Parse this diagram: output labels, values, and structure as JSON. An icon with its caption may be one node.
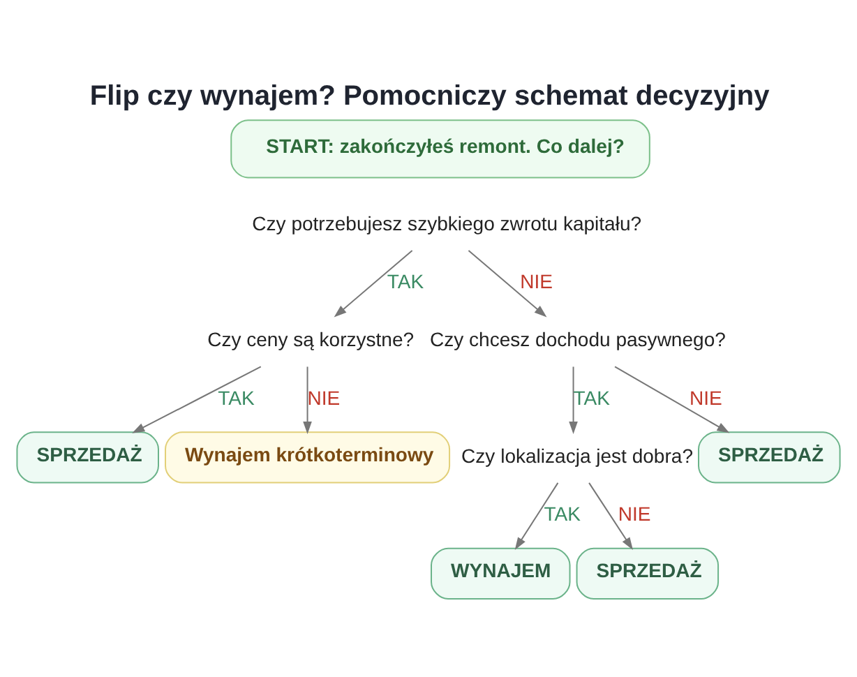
{
  "diagram": {
    "title": "Flip czy wynajem? Pomocniczy schemat decyzyjny",
    "nodes": [
      {
        "text": [
          "START: zakończyłeś remont. Co dalej?"
        ]
      },
      {
        "text": [
          "Czy potrzebujesz szybkiego zwrotu kapitału?"
        ]
      },
      {
        "text": [
          "Czy ceny są korzystne?"
        ]
      },
      {
        "text": [
          "SPRZEDAŻ"
        ]
      },
      {
        "text": [
          "Wynajem krótkoterminowy"
        ]
      },
      {
        "text": [
          "Czy chcesz dochodu pasywnego?"
        ]
      },
      {
        "text": [
          "Czy lokalizacja jest dobra?"
        ]
      },
      {
        "text": [
          "WYNAJEM"
        ]
      },
      {
        "text": [
          "SPRZEDAŻ"
        ]
      },
      {
        "text": [
          "SPRZEDAŻ"
        ]
      }
    ],
    "edges": [
      {
        "from": 1,
        "to": 2,
        "label": "TAK",
        "arrow": "to"
      },
      {
        "from": 2,
        "to": 3,
        "label": "TAK",
        "arrow": "to"
      },
      {
        "from": 2,
        "to": 4,
        "label": "NIE",
        "arrow": "to"
      },
      {
        "from": 1,
        "to": 5,
        "label": "NIE",
        "arrow": "to"
      },
      {
        "from": 5,
        "to": 6,
        "label": "TAK",
        "arrow": "to"
      },
      {
        "from": 6,
        "to": 7,
        "label": "TAK",
        "arrow": "to"
      },
      {
        "from": 6,
        "to": 8,
        "label": "NIE",
        "arrow": "to"
      },
      {
        "from": 5,
        "to": 9,
        "label": "NIE",
        "arrow": "to"
      }
    ]
  }
}
